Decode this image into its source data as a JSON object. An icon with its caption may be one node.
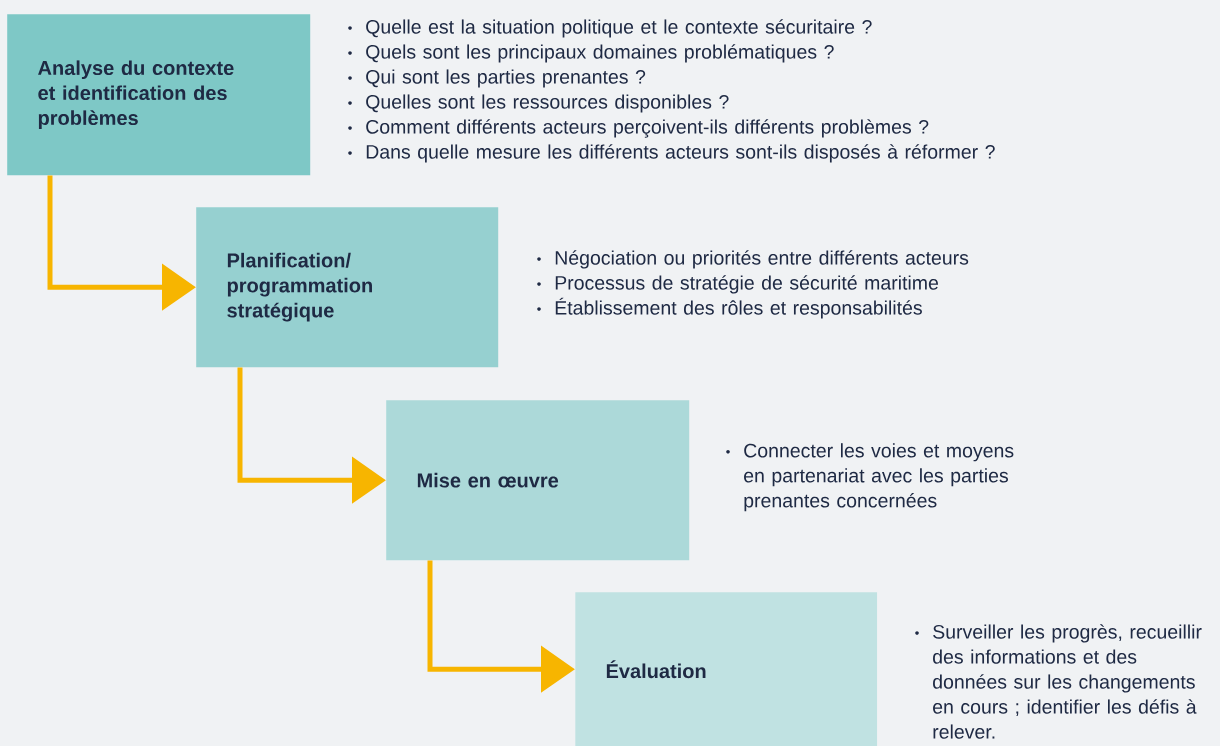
{
  "diagram": {
    "nodes": [
      {
        "text": [
          "Analyse du contexte et identification des problèmes"
        ],
        "beside": [
          "Quelle est la situation politique et le contexte sécuritaire ?",
          "Quels sont les principaux domaines problématiques ?",
          "Qui sont les parties prenantes ?",
          "Quelles sont les ressources disponibles ?",
          "Comment différents acteurs perçoivent-ils différents problèmes ?",
          "Dans quelle mesure les différents acteurs sont-ils disposés à réformer ?"
        ]
      },
      {
        "text": [
          "Planification/ programmation stratégique"
        ],
        "beside": [
          "Négociation ou priorités entre différents acteurs",
          "Processus de stratégie de sécurité maritime",
          "Établissement des rôles et responsabilités"
        ]
      },
      {
        "text": [
          "Mise en œuvre"
        ],
        "beside": [
          "Connecter les voies et moyens en partenariat avec les parties prenantes concernées"
        ]
      },
      {
        "text": [
          "Évaluation"
        ],
        "beside": [
          "Surveiller les progrès, recueillir des informations et des données sur les changements en cours ; identifier les défis à relever."
        ]
      }
    ],
    "edges": [
      {
        "from": 0,
        "to": 1,
        "arrow": "to"
      },
      {
        "from": 1,
        "to": 2,
        "arrow": "to"
      },
      {
        "from": 2,
        "to": 3,
        "arrow": "to"
      }
    ]
  }
}
